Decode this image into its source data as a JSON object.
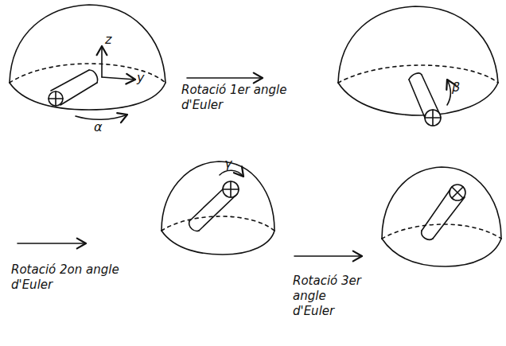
{
  "diagram": {
    "labels": [
      "z",
      "y",
      "α",
      "Rotació 1er angle d'Euler",
      "β",
      "Rotació 2on angle d'Euler",
      "γ",
      "Rotació 3er angle d'Euler"
    ]
  }
}
